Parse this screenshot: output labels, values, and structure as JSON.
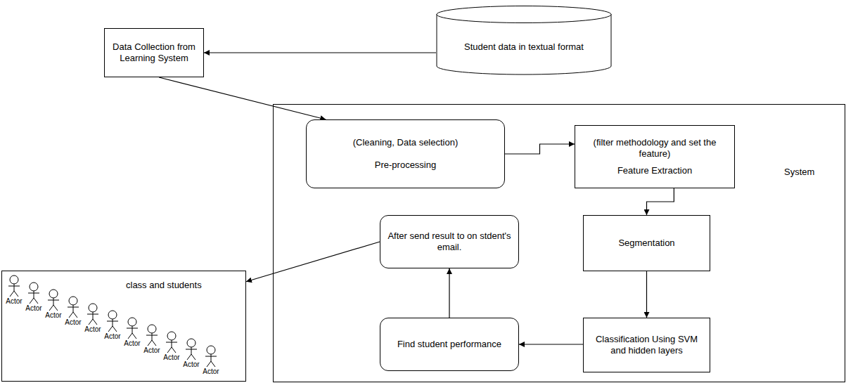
{
  "diagram": {
    "nodes": [
      {
        "text": [
          "Data Collection from Learning System"
        ]
      },
      {
        "text": [
          "Student data in textual format"
        ]
      },
      {
        "text": [
          "System"
        ]
      },
      {
        "text": [
          "(Cleaning, Data selection)",
          "Pre-processing"
        ],
        "in": 2
      },
      {
        "text": [
          "(filter methodology and set the feature)",
          "Feature Extraction"
        ],
        "in": 2
      },
      {
        "text": [
          "After send result to on stdent's email."
        ],
        "in": 2
      },
      {
        "text": [
          "Segmentation"
        ],
        "in": 2
      },
      {
        "text": [
          "Find student performance"
        ],
        "in": 2
      },
      {
        "text": [
          "Classification Using SVM and hidden layers"
        ],
        "in": 2
      },
      {
        "text": [
          "class and students"
        ]
      }
    ],
    "edges": [
      {
        "from": 1,
        "to": 0,
        "arrow": "to"
      },
      {
        "from": 0,
        "to": 3,
        "arrow": "to"
      },
      {
        "from": 3,
        "to": 4,
        "arrow": "to"
      },
      {
        "from": 4,
        "to": 6,
        "arrow": "to"
      },
      {
        "from": 6,
        "to": 8,
        "arrow": "to"
      },
      {
        "from": 8,
        "to": 7,
        "arrow": "to"
      },
      {
        "from": 7,
        "to": 5,
        "arrow": "to"
      },
      {
        "from": 5,
        "to": 9,
        "arrow": "to"
      }
    ],
    "labels": [
      "Actor",
      "Actor",
      "Actor",
      "Actor",
      "Actor",
      "Actor",
      "Actor",
      "Actor",
      "Actor",
      "Actor",
      "Actor"
    ]
  }
}
